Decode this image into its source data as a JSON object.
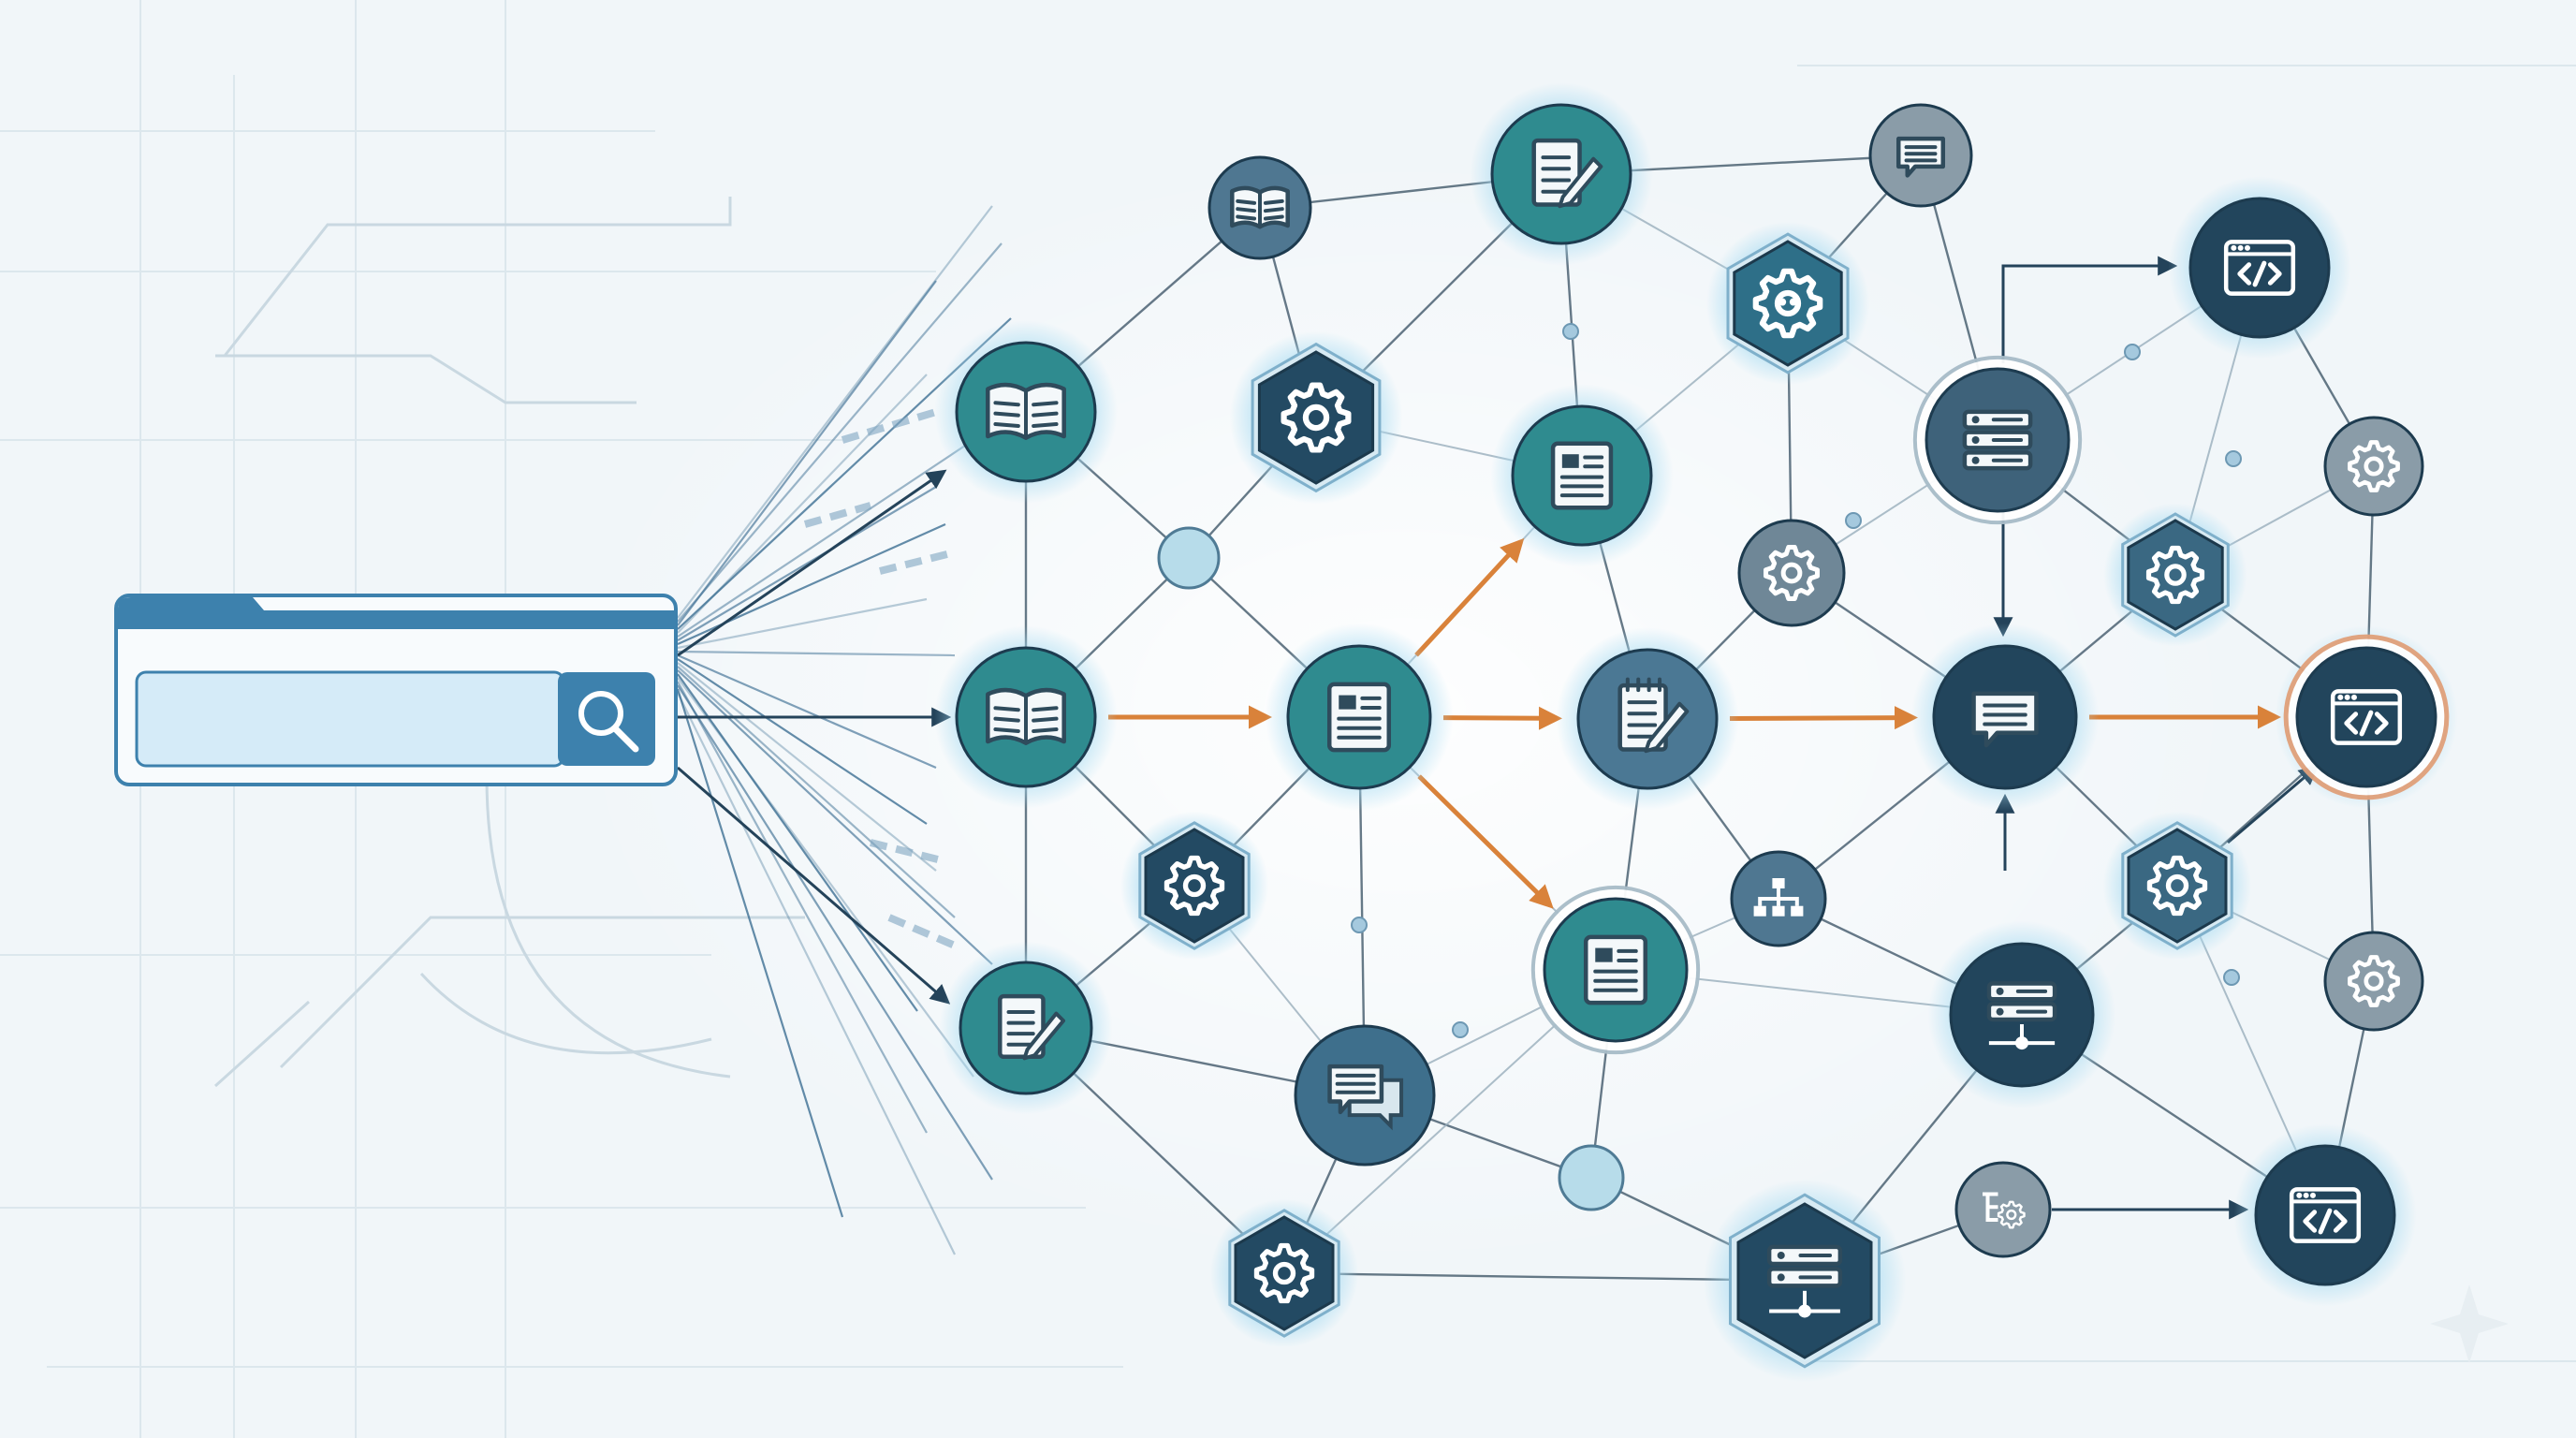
{
  "colors": {
    "background": "#f1f6f9",
    "teal": "#2f8b8f",
    "navy": "#22455c",
    "slate": "#5d7a8e",
    "grey": "#8a9ca8",
    "accent_orange": "#d9823a",
    "search_bar": "#d5ebf8",
    "search_frame": "#3d81ad",
    "glow": "#a9dcf2"
  },
  "search": {
    "field_value": "",
    "button_icon": "magnifier-icon"
  },
  "nodes": [
    {
      "id": "book-top",
      "icon": "open-book-icon",
      "style": "small-slate"
    },
    {
      "id": "book-1",
      "icon": "open-book-icon",
      "style": "teal-glow"
    },
    {
      "id": "book-2",
      "icon": "open-book-icon",
      "style": "teal-glow"
    },
    {
      "id": "edit-1",
      "icon": "document-pencil-icon",
      "style": "teal-glow"
    },
    {
      "id": "edit-top",
      "icon": "document-pencil-icon",
      "style": "teal-glow"
    },
    {
      "id": "gear-hex-1",
      "icon": "gear-icon",
      "style": "hex-navy"
    },
    {
      "id": "gear-hex-2",
      "icon": "gear-icon",
      "style": "hex-navy"
    },
    {
      "id": "gear-hex-3",
      "icon": "gear-icon",
      "style": "hex-navy"
    },
    {
      "id": "bot-hex",
      "icon": "robot-gear-icon",
      "style": "hex-teal"
    },
    {
      "id": "article-1",
      "icon": "article-icon",
      "style": "teal-glow"
    },
    {
      "id": "news-top",
      "icon": "newspaper-icon",
      "style": "teal-glow"
    },
    {
      "id": "article-low",
      "icon": "article-icon",
      "style": "teal-ring"
    },
    {
      "id": "notepad-edit",
      "icon": "notepad-pencil-icon",
      "style": "slate-glow"
    },
    {
      "id": "chat-low",
      "icon": "chat-bubbles-icon",
      "style": "slate"
    },
    {
      "id": "chat-top",
      "icon": "chat-bubble-icon",
      "style": "small-grey"
    },
    {
      "id": "gear-circle",
      "icon": "gear-icon",
      "style": "grey"
    },
    {
      "id": "server-top",
      "icon": "server-icon",
      "style": "slate-ring"
    },
    {
      "id": "chat-main",
      "icon": "chat-bubble-icon",
      "style": "navy-glow"
    },
    {
      "id": "hierarchy",
      "icon": "hierarchy-icon",
      "style": "small-slate"
    },
    {
      "id": "server-low",
      "icon": "server-network-icon",
      "style": "navy-glow"
    },
    {
      "id": "server-hex",
      "icon": "server-network-icon",
      "style": "hex-navy"
    },
    {
      "id": "gear-hex-r1",
      "icon": "gear-icon",
      "style": "hex-slate"
    },
    {
      "id": "gear-hex-r2",
      "icon": "gear-icon",
      "style": "hex-slate"
    },
    {
      "id": "flow-gear",
      "icon": "flow-gear-icon",
      "style": "small-grey"
    },
    {
      "id": "code-top",
      "icon": "code-window-icon",
      "style": "navy-glow"
    },
    {
      "id": "code-main",
      "icon": "code-window-icon",
      "style": "navy-target"
    },
    {
      "id": "code-low",
      "icon": "code-window-icon",
      "style": "navy-glow"
    },
    {
      "id": "gear-right-1",
      "icon": "gear-icon",
      "style": "small-grey"
    },
    {
      "id": "gear-right-2",
      "icon": "gear-icon",
      "style": "small-grey"
    },
    {
      "id": "hub-1",
      "icon": "",
      "style": "hub"
    },
    {
      "id": "hub-2",
      "icon": "",
      "style": "hub"
    }
  ],
  "main_path": [
    "book-2",
    "article-1",
    "notepad-edit",
    "chat-main",
    "code-main"
  ]
}
